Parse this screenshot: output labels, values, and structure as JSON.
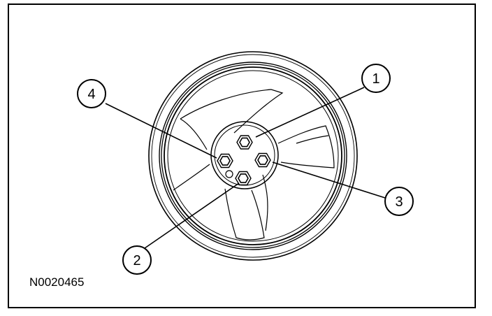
{
  "figure": {
    "id_label": "N0020465",
    "line_color": "#000000",
    "background_color": "#ffffff"
  },
  "callouts": [
    {
      "number": "1"
    },
    {
      "number": "2"
    },
    {
      "number": "3"
    },
    {
      "number": "4"
    }
  ]
}
